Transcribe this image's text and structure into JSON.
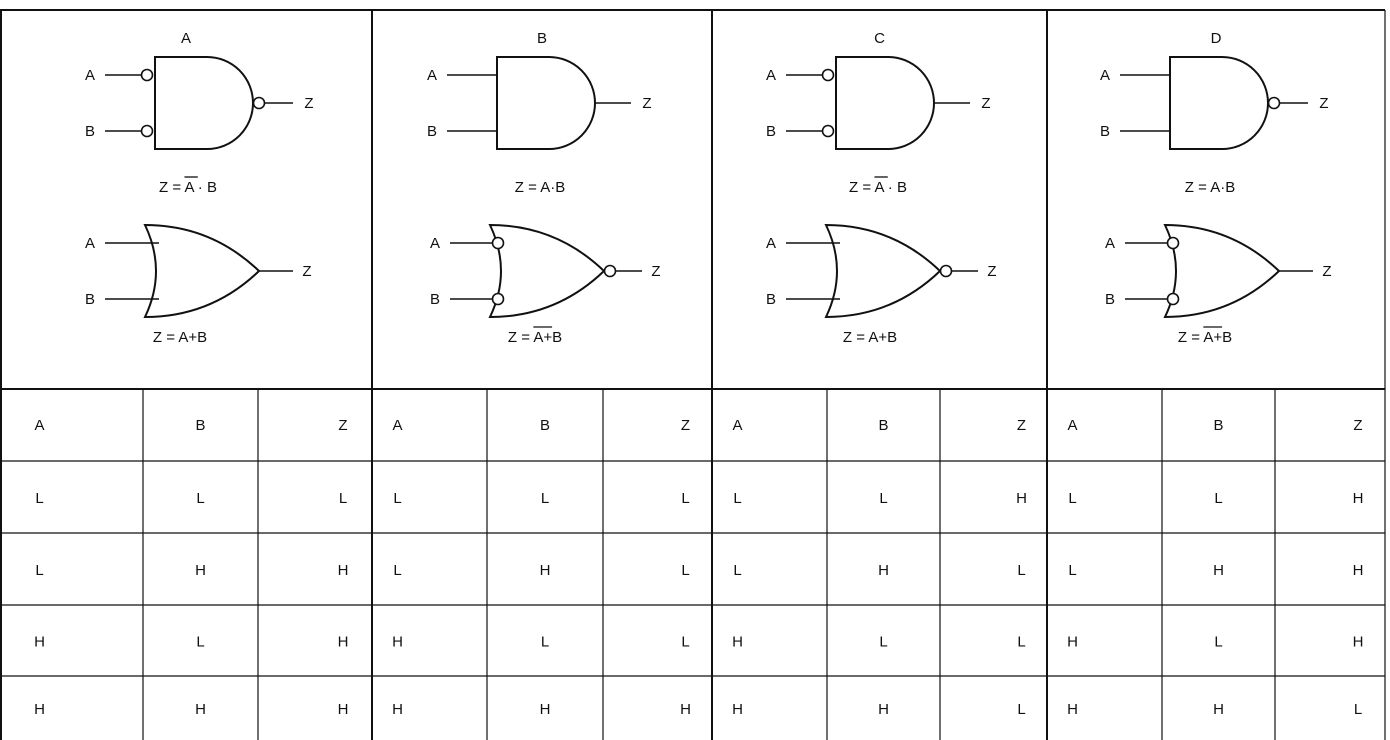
{
  "panels": [
    {
      "title": "A",
      "inputs": [
        "A",
        "B"
      ],
      "output": "Z",
      "and_gate": {
        "inverted_inputs": true,
        "inverted_output": true,
        "equation": "Z = A · B"
      },
      "or_gate": {
        "inverted_inputs": false,
        "inverted_output": false,
        "equation": "Z = A+B"
      }
    },
    {
      "title": "B",
      "inputs": [
        "A",
        "B"
      ],
      "output": "Z",
      "and_gate": {
        "inverted_inputs": false,
        "inverted_output": false,
        "equation": "Z = A·B"
      },
      "or_gate": {
        "inverted_inputs": true,
        "inverted_output": true,
        "equation": "Z = A+B"
      }
    },
    {
      "title": "C",
      "inputs": [
        "A",
        "B"
      ],
      "output": "Z",
      "and_gate": {
        "inverted_inputs": true,
        "inverted_output": false,
        "equation": "Z = A · B"
      },
      "or_gate": {
        "inverted_inputs": false,
        "inverted_output": true,
        "equation": "Z = A+B"
      }
    },
    {
      "title": "D",
      "inputs": [
        "A",
        "B"
      ],
      "output": "Z",
      "and_gate": {
        "inverted_inputs": false,
        "inverted_output": true,
        "equation": "Z = A·B"
      },
      "or_gate": {
        "inverted_inputs": true,
        "inverted_output": false,
        "equation": "Z = A+B"
      }
    }
  ],
  "table": {
    "headers": [
      "A",
      "B",
      "Z",
      "A",
      "B",
      "Z",
      "A",
      "B",
      "Z",
      "A",
      "B",
      "Z"
    ],
    "rows": [
      [
        "L",
        "L",
        "L",
        "L",
        "L",
        "L",
        "L",
        "L",
        "H",
        "L",
        "L",
        "H"
      ],
      [
        "L",
        "H",
        "H",
        "L",
        "H",
        "L",
        "L",
        "H",
        "L",
        "L",
        "H",
        "H"
      ],
      [
        "H",
        "L",
        "H",
        "H",
        "L",
        "L",
        "H",
        "L",
        "L",
        "H",
        "L",
        "H"
      ],
      [
        "H",
        "H",
        "H",
        "H",
        "H",
        "H",
        "H",
        "H",
        "L",
        "H",
        "H",
        "L"
      ]
    ]
  }
}
